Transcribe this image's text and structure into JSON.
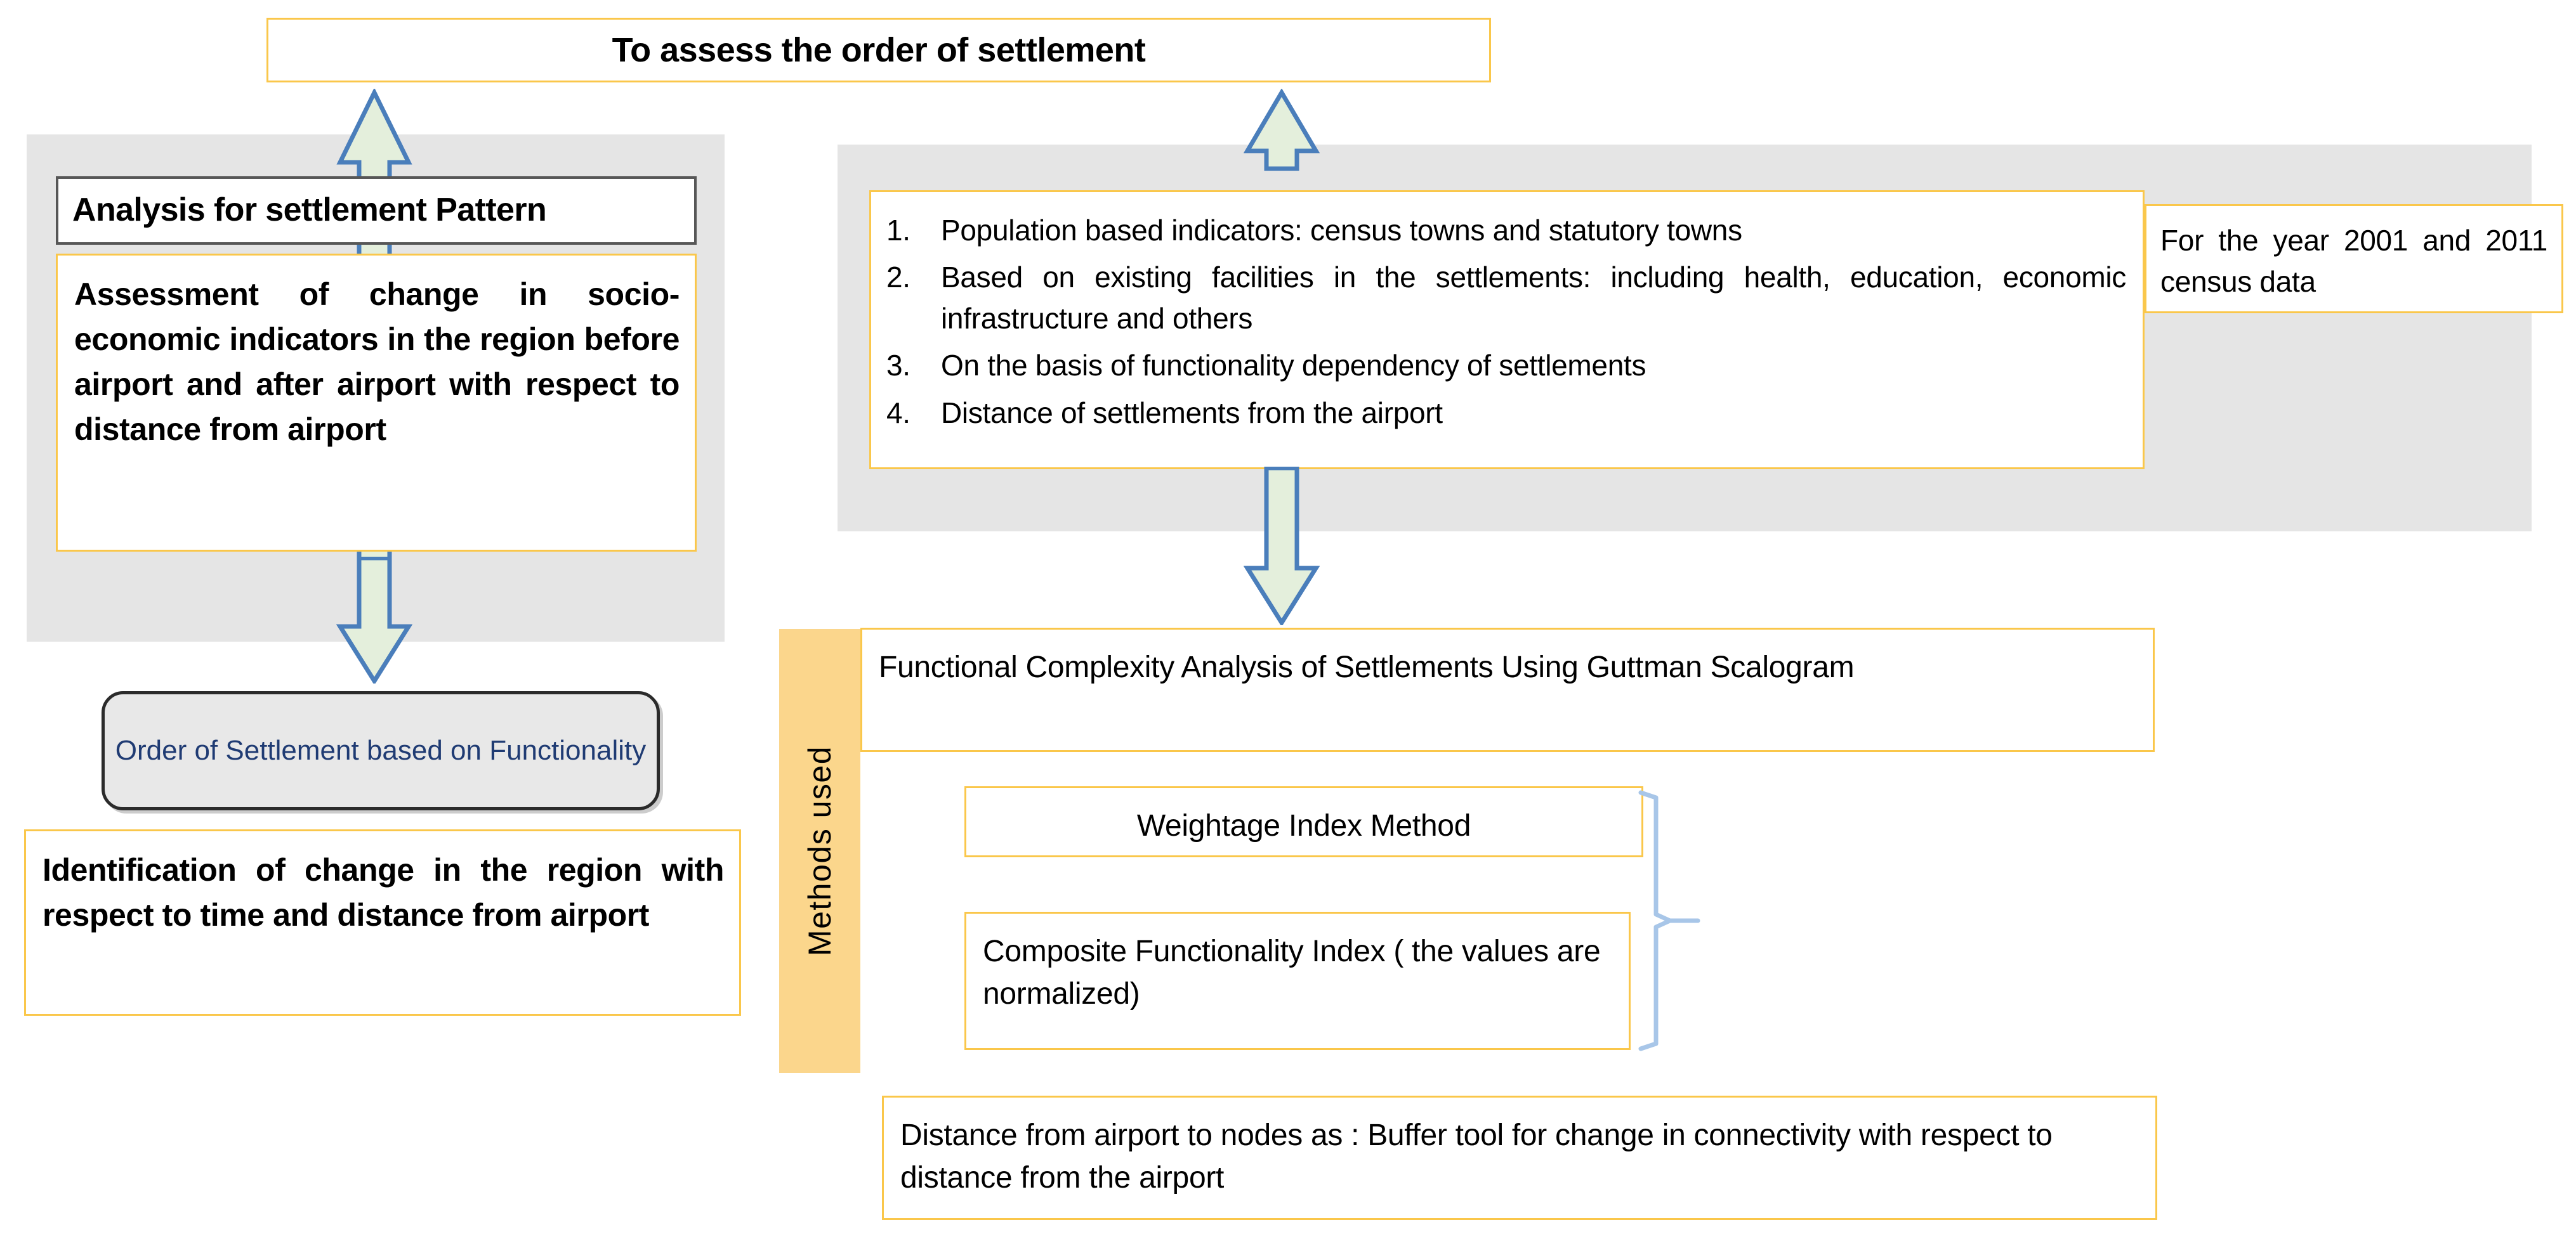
{
  "diagram": {
    "title_box": {
      "label": "To assess the order of settlement"
    },
    "left_panel": {
      "header_box": {
        "label": "Analysis for settlement Pattern"
      },
      "assessment_box": {
        "label": "Assessment of change in socio-economic indicators in the region before airport and after airport with respect to distance from airport"
      },
      "order_box": {
        "label": "Order of Settlement based on Functionality",
        "text_color": "#1F3B73"
      },
      "identification_box": {
        "label": "Identification of change in the region with respect to time and distance from airport"
      }
    },
    "right_panel": {
      "indicators_list": {
        "items": [
          {
            "number": "1.",
            "text": "Population based indicators: census towns and statutory towns"
          },
          {
            "number": "2.",
            "text": "Based on existing facilities in the settlements: including health, education, economic infrastructure and others"
          },
          {
            "number": "3.",
            "text": "On the basis of functionality dependency of settlements"
          },
          {
            "number": "4.",
            "text": "Distance of settlements from the airport"
          }
        ]
      },
      "census_box": {
        "label": "For the year 2001 and 2011 census data"
      }
    },
    "methods_section": {
      "sidebar_label": "Methods used",
      "guttman_box": {
        "label": "Functional Complexity Analysis of Settlements Using Guttman Scalogram"
      },
      "weightage_box": {
        "label": "Weightage Index Method"
      },
      "composite_box": {
        "label": "Composite Functionality Index ( the values are normalized)"
      },
      "distance_box": {
        "label": "Distance from airport to nodes as : Buffer tool for change in connectivity with respect to distance from the airport"
      }
    },
    "colors": {
      "amber_border": "#FAC74B",
      "panel_gray": "#E5E5E5",
      "arrow_fill": "#E4EFDC",
      "arrow_stroke": "#4A7EBB",
      "methods_fill": "#FBD68C",
      "brace_stroke": "#A8C6E8",
      "order_text": "#1F3B73"
    },
    "icons": {
      "arrow_up_title_left": "arrow-up-icon",
      "arrow_up_title_right": "arrow-up-icon",
      "arrow_down_left": "arrow-down-icon",
      "arrow_down_right": "arrow-down-icon",
      "grouping_brace": "curly-brace-icon"
    }
  }
}
